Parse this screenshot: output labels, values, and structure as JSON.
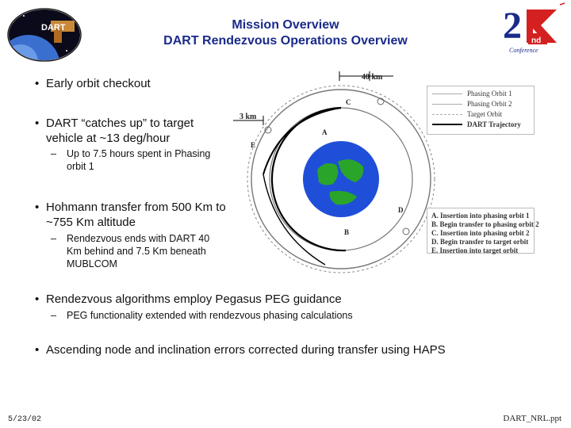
{
  "logo_left": {
    "text": "DART"
  },
  "logo_right": {
    "numeral": "2",
    "suffix": "nd",
    "caption": "Conference"
  },
  "title": {
    "line1": "Mission Overview",
    "line2": "DART Rendezvous Operations Overview"
  },
  "bullets": [
    {
      "text": "Early orbit checkout",
      "subs": []
    },
    {
      "text": "DART “catches up” to target vehicle at ~13 deg/hour",
      "lines": [
        "DART “catches up” to target",
        "vehicle at ~13 deg/hour"
      ],
      "subs": [
        {
          "lines": [
            "Up to 7.5 hours spent in Phasing",
            "orbit 1"
          ]
        }
      ]
    },
    {
      "text": "Hohmann transfer from 500 Km to ~755 Km altitude",
      "lines": [
        "Hohmann transfer from 500 Km to",
        "~755 Km altitude"
      ],
      "subs": [
        {
          "lines": [
            "Rendezvous ends with DART 40",
            "Km behind and 7.5 Km beneath",
            "MUBLCOM"
          ]
        }
      ]
    },
    {
      "text": "Rendezvous algorithms employ Pegasus PEG guidance",
      "subs": [
        {
          "lines": [
            "PEG functionality extended with rendezvous phasing calculations"
          ]
        }
      ]
    },
    {
      "text": "Ascending node and inclination errors corrected during transfer using HAPS",
      "subs": []
    }
  ],
  "bullet_glyph": "•",
  "dash_glyph": "–",
  "diagram": {
    "distance_top": "40 km",
    "distance_left": "3 km",
    "point_labels": {
      "A": "A",
      "B": "B",
      "C": "C",
      "D": "D",
      "E": "E"
    },
    "legend": [
      {
        "label": "Phasing Orbit 1",
        "color": "#aaaaaa",
        "style": "solid"
      },
      {
        "label": "Phasing Orbit 2",
        "color": "#aaaaaa",
        "style": "solid"
      },
      {
        "label": "Target Orbit",
        "color": "#aaaaaa",
        "style": "dashed"
      },
      {
        "label": "DART Trajectory",
        "color": "#000000",
        "style": "solid"
      }
    ],
    "events": [
      "A. Insertion into phasing orbit 1",
      "B. Begin transfer to phasing orbit 2",
      "C. Insertion into phasing orbit 2",
      "D. Begin transfer to target orbit",
      "E. Insertion into target orbit"
    ],
    "earth_colors": {
      "ocean": "#1f4fd8",
      "land": "#2aa52a"
    }
  },
  "footer": {
    "date": "5/23/02",
    "file": "DART_NRL.ppt"
  }
}
